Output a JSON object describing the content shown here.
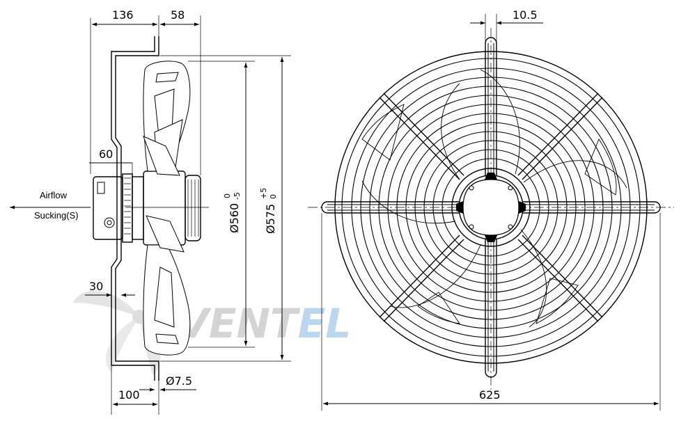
{
  "watermark": {
    "text_main": "VENT",
    "text_accent": "EL",
    "color_main": "#d4d4d4",
    "color_accent": "#bcd6ee"
  },
  "side_view": {
    "dim_136": "136",
    "dim_58": "58",
    "dim_60": "60",
    "dim_30": "30",
    "dim_100": "100",
    "dim_bolt": "Ø7.5",
    "dia_inner": "Ø560",
    "dia_inner_tol_upper": "0",
    "dia_inner_tol_lower": "-5",
    "dia_outer": "Ø575",
    "dia_outer_tol_upper": "+5",
    "dia_outer_tol_lower": "0",
    "airflow_label": "Airflow",
    "direction_label": "Sucking(S)"
  },
  "front_view": {
    "dim_rod": "10.5",
    "dim_width": "625"
  }
}
